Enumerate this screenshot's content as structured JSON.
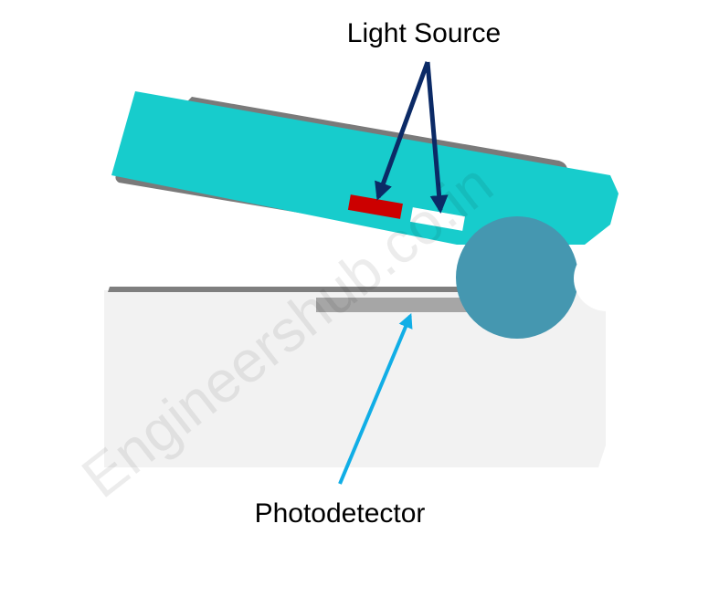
{
  "labels": {
    "light_source": "Light Source",
    "photodetector": "Photodetector"
  },
  "watermark": "Engineershub.co.in",
  "colors": {
    "upper_body": "#17cccc",
    "upper_shadow": "#7a7a7a",
    "base_body": "#f2f2f2",
    "base_edge": "#7f7f7f",
    "hinge": "#4597b0",
    "red_emitter": "#cc0000",
    "white_emitter": "#ffffff",
    "detector_strip": "#a6a6a6",
    "light_arrow": "#0b2a66",
    "detector_arrow": "#11aee6"
  }
}
